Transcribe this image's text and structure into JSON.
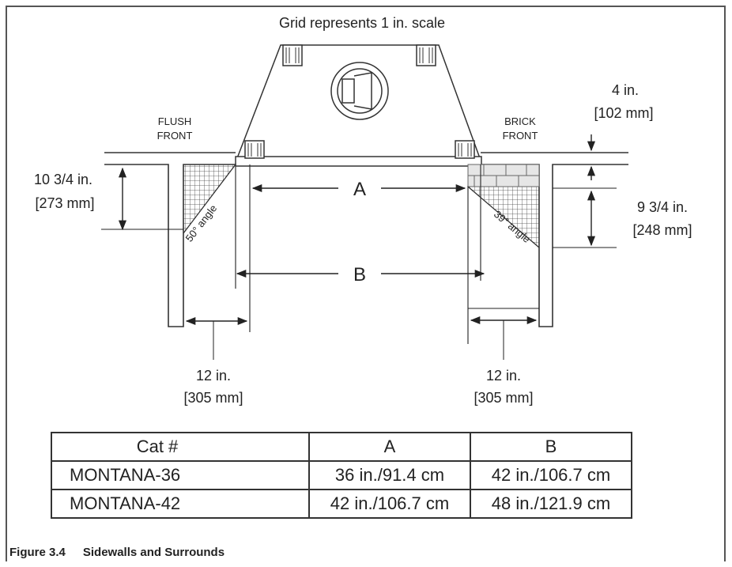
{
  "diagram": {
    "title": "Grid represents 1 in. scale",
    "flush_front": [
      "FLUSH",
      "FRONT"
    ],
    "brick_front": [
      "BRICK",
      "FRONT"
    ],
    "dim_top_right": [
      "4 in.",
      "[102 mm]"
    ],
    "dim_left": [
      "10 3/4 in.",
      "[273 mm]"
    ],
    "dim_right": [
      "9 3/4 in.",
      "[248 mm]"
    ],
    "angle_left": "50° angle",
    "angle_right": "39° angle",
    "label_a": "A",
    "label_b": "B",
    "dim_bottom_left": [
      "12 in.",
      "[305 mm]"
    ],
    "dim_bottom_right": [
      "12 in.",
      "[305 mm]"
    ]
  },
  "table": {
    "headers": [
      "Cat #",
      "A",
      "B"
    ],
    "rows": [
      [
        "MONTANA-36",
        "36 in./91.4 cm",
        "42 in./106.7 cm"
      ],
      [
        "MONTANA-42",
        "42 in./106.7 cm",
        "48 in./121.9 cm"
      ]
    ]
  },
  "caption": {
    "number": "Figure 3.4",
    "title": "Sidewalls and Surrounds"
  }
}
